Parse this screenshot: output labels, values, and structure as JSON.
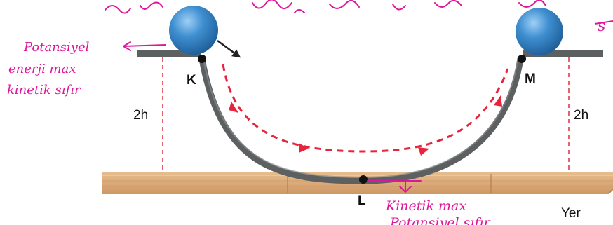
{
  "labels": {
    "point_k": "K",
    "point_l": "L",
    "point_m": "M",
    "height_left": "2h",
    "height_right": "2h",
    "ground": "Yer"
  },
  "annotations": {
    "left_line1": "Potansiyel",
    "left_line2": "enerji max",
    "left_line3": "kinetik sıfır",
    "bottom_line1": "Kinetik max",
    "bottom_line2": "Potansiyel sıfır",
    "top_right_fragment": "s"
  },
  "colors": {
    "ink": "#e0169a",
    "arrow_path": "#e8243c",
    "ball": "#3f8fd0",
    "track": "#5d6061",
    "wood": "#deb07f",
    "guide": "#e23b4a"
  }
}
